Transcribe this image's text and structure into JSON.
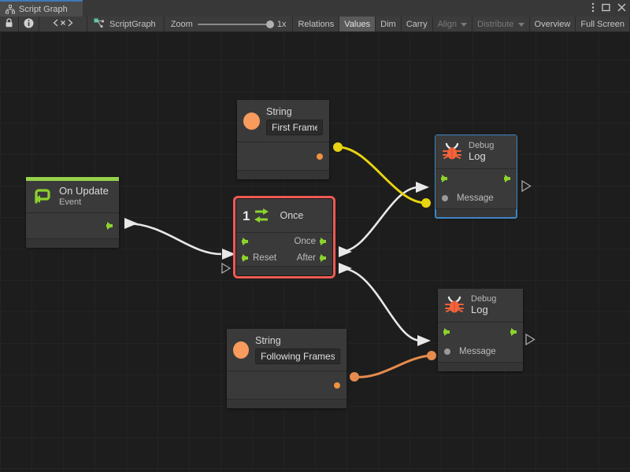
{
  "window": {
    "tab_label": "Script Graph",
    "tab_icon": "graph-hierarchy-icon",
    "menu_icon": "kebab-menu-icon",
    "maximize_icon": "maximize-icon",
    "close_icon": "close-icon"
  },
  "toolbar": {
    "lock_icon": "lock-icon",
    "info_icon": "info-icon",
    "code_icon": "angle-brackets-icon",
    "graph_icon": "script-graph-icon",
    "graph_name": "ScriptGraph",
    "zoom_label": "Zoom",
    "zoom_value": "1x",
    "buttons": [
      {
        "label": "Relations",
        "state": "normal",
        "dropdown": false
      },
      {
        "label": "Values",
        "state": "active",
        "dropdown": false
      },
      {
        "label": "Dim",
        "state": "normal",
        "dropdown": false
      },
      {
        "label": "Carry",
        "state": "normal",
        "dropdown": false
      },
      {
        "label": "Align",
        "state": "disabled",
        "dropdown": true
      },
      {
        "label": "Distribute",
        "state": "disabled",
        "dropdown": true
      },
      {
        "label": "Overview",
        "state": "normal",
        "dropdown": false
      },
      {
        "label": "Full Screen",
        "state": "normal",
        "dropdown": false
      }
    ]
  },
  "colors": {
    "canvas_bg": "#1d1d1d",
    "node_bg": "#3a3a3a",
    "event_accent": "#96d14b",
    "flow_port": "#8cd22d",
    "selected_blue": "#3d86c4",
    "selected_red": "#ee5a52",
    "string_orange": "#f89b5d",
    "wire_white": "#e8e8e8",
    "wire_yellow": "#e8d411",
    "wire_orange": "#e58b4d"
  },
  "graph": {
    "nodes": [
      {
        "id": "on-update",
        "type": "event",
        "title": "On Update",
        "subtitle": "Event",
        "icon": "update-loop-icon",
        "selected": "none",
        "outputs": [
          {
            "label": "",
            "kind": "flow"
          }
        ]
      },
      {
        "id": "string-first-frame",
        "type": "string-literal",
        "title": "String",
        "icon": "string-value-icon",
        "value": "First Frame",
        "selected": "none",
        "outputs": [
          {
            "label": "",
            "kind": "value"
          }
        ]
      },
      {
        "id": "string-following-frames",
        "type": "string-literal",
        "title": "String",
        "icon": "string-value-icon",
        "value": "Following Frames",
        "selected": "none",
        "outputs": [
          {
            "label": "",
            "kind": "value"
          }
        ]
      },
      {
        "id": "once",
        "type": "flow-control",
        "title": "Once",
        "badge": "1",
        "icon": "once-arrows-icon",
        "selected": "red",
        "inputs": [
          {
            "label": "",
            "kind": "flow"
          },
          {
            "label": "Reset",
            "kind": "flow"
          }
        ],
        "outputs": [
          {
            "label": "Once",
            "kind": "flow"
          },
          {
            "label": "After",
            "kind": "flow"
          }
        ]
      },
      {
        "id": "debug-log-1",
        "type": "debug",
        "title": "Debug",
        "subtitle": "Log",
        "icon": "bug-icon",
        "selected": "blue",
        "inputs": [
          {
            "label": "",
            "kind": "flow"
          },
          {
            "label": "Message",
            "kind": "value"
          }
        ],
        "outputs": [
          {
            "label": "",
            "kind": "flow"
          }
        ]
      },
      {
        "id": "debug-log-2",
        "type": "debug",
        "title": "Debug",
        "subtitle": "Log",
        "icon": "bug-icon",
        "selected": "none",
        "inputs": [
          {
            "label": "",
            "kind": "flow"
          },
          {
            "label": "Message",
            "kind": "value"
          }
        ],
        "outputs": [
          {
            "label": "",
            "kind": "flow"
          }
        ]
      }
    ],
    "edges": [
      {
        "from": "on-update.out",
        "to": "once.in",
        "color": "#e8e8e8",
        "kind": "flow"
      },
      {
        "from": "once.Once",
        "to": "debug-log-1.in",
        "color": "#e8e8e8",
        "kind": "flow"
      },
      {
        "from": "once.After",
        "to": "debug-log-2.in",
        "color": "#e8e8e8",
        "kind": "flow"
      },
      {
        "from": "string-first-frame.out",
        "to": "debug-log-1.Message",
        "color": "#e8d411",
        "kind": "value"
      },
      {
        "from": "string-following-frames.out",
        "to": "debug-log-2.Message",
        "color": "#e58b4d",
        "kind": "value"
      }
    ]
  }
}
